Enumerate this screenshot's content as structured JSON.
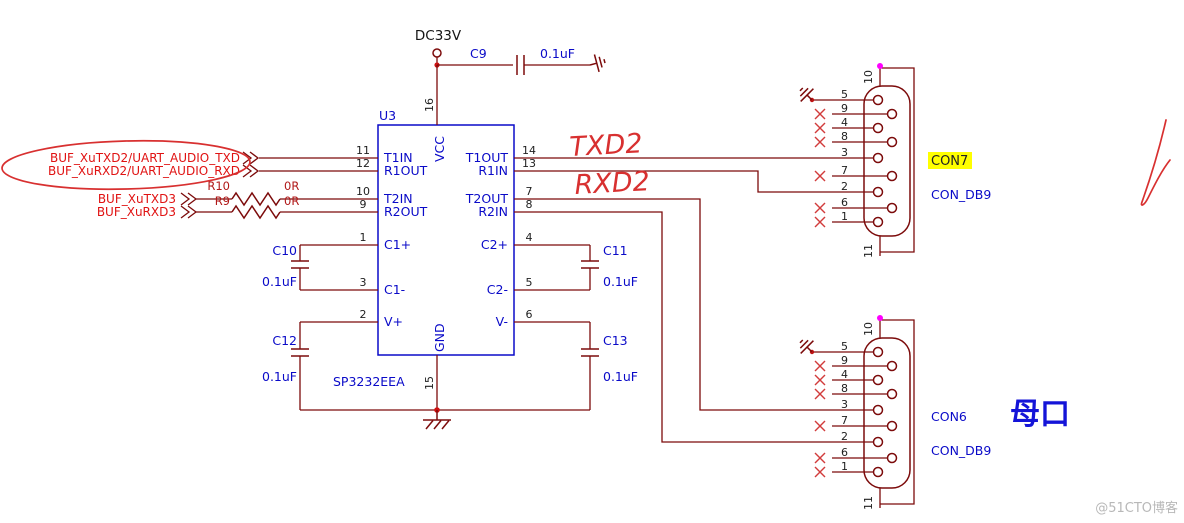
{
  "power": {
    "label": "DC33V"
  },
  "ic": {
    "refdes": "U3",
    "part": "SP3232EEA",
    "pin_top": {
      "num": "16",
      "name": "VCC"
    },
    "pin_bottom": {
      "num": "15",
      "name": "GND"
    },
    "pins_left": [
      {
        "num": "11",
        "name": "T1IN"
      },
      {
        "num": "12",
        "name": "R1OUT"
      },
      {
        "num": "10",
        "name": "T2IN"
      },
      {
        "num": "9",
        "name": "R2OUT"
      },
      {
        "num": "1",
        "name": "C1+"
      },
      {
        "num": "3",
        "name": "C1-"
      },
      {
        "num": "2",
        "name": "V+"
      }
    ],
    "pins_right": [
      {
        "num": "14",
        "name": "T1OUT"
      },
      {
        "num": "13",
        "name": "R1IN"
      },
      {
        "num": "7",
        "name": "T2OUT"
      },
      {
        "num": "8",
        "name": "R2IN"
      },
      {
        "num": "4",
        "name": "C2+"
      },
      {
        "num": "5",
        "name": "C2-"
      },
      {
        "num": "6",
        "name": "V-"
      }
    ]
  },
  "nets": {
    "txd2": "BUF_XuTXD2/UART_AUDIO_TXD",
    "rxd2": "BUF_XuRXD2/UART_AUDIO_RXD",
    "txd3": "BUF_XuTXD3",
    "rxd3": "BUF_XuRXD3"
  },
  "resistors": {
    "r10": {
      "ref": "R10",
      "value": "0R"
    },
    "r9": {
      "ref": "R9",
      "value": "0R"
    }
  },
  "capacitors": {
    "c9": {
      "ref": "C9",
      "value": "0.1uF"
    },
    "c10": {
      "ref": "C10",
      "value": "0.1uF"
    },
    "c11": {
      "ref": "C11",
      "value": "0.1uF"
    },
    "c12": {
      "ref": "C12",
      "value": "0.1uF"
    },
    "c13": {
      "ref": "C13",
      "value": "0.1uF"
    }
  },
  "connectors": {
    "con7": {
      "ref": "CON7",
      "type": "CON_DB9",
      "pin_top": "10",
      "pin_bottom": "11",
      "pins": [
        "5",
        "9",
        "4",
        "8",
        "3",
        "7",
        "2",
        "6",
        "1"
      ]
    },
    "con6": {
      "ref": "CON6",
      "type": "CON_DB9",
      "pin_top": "10",
      "pin_bottom": "11",
      "pins": [
        "5",
        "9",
        "4",
        "8",
        "3",
        "7",
        "2",
        "6",
        "1"
      ]
    }
  },
  "annotations": {
    "tx": "TXD2",
    "rx": "RXD2",
    "note": "母口"
  },
  "watermark": "@51CTO博客",
  "colors": {
    "wire": "#7c0b0b",
    "part_blue": "#0a0ac8",
    "net_red": "#e01212",
    "highlight": "#ffff00",
    "pin10_dot": "#ff00ff",
    "annotation_red": "#d83030"
  }
}
